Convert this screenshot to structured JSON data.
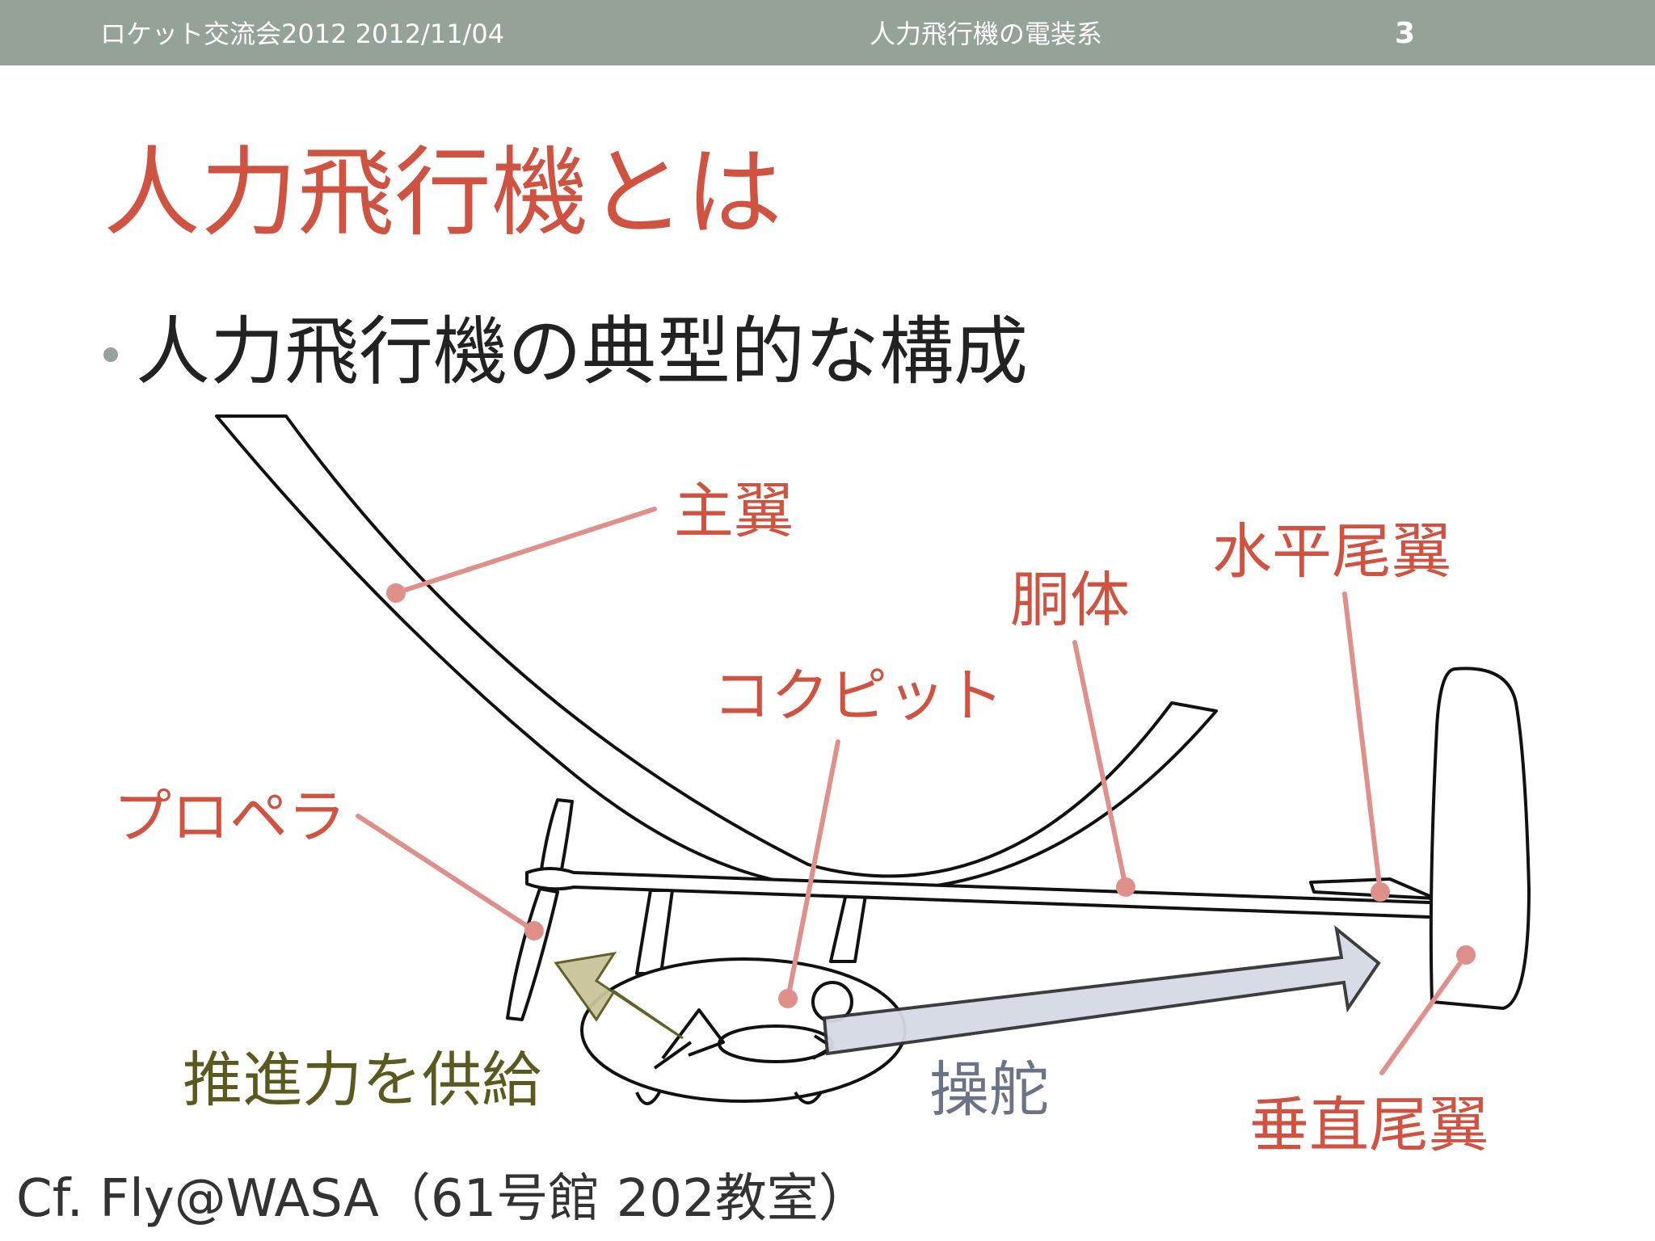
{
  "header": {
    "left": "ロケット交流会2012 2012/11/04",
    "center": "人力飛行機の電装系",
    "page_number": "3"
  },
  "title": "人力飛行機とは",
  "bullet": "人力飛行機の典型的な構成",
  "diagram": {
    "labels": {
      "main_wing": "主翼",
      "horizontal_tail": "水平尾翼",
      "fuselage": "胴体",
      "cockpit": "コクピット",
      "propeller": "プロペラ",
      "thrust": "推進力を供給",
      "steering": "操舵",
      "vertical_tail": "垂直尾翼"
    }
  },
  "footer": "Cf. Fly@WASA（61号館 202教室）",
  "colors": {
    "header_bg": "#95a298",
    "accent_red": "#cf5340",
    "leader_pink": "#e0908a",
    "thrust_olive": "#5a5a1e",
    "steer_gray": "#6b7486"
  }
}
